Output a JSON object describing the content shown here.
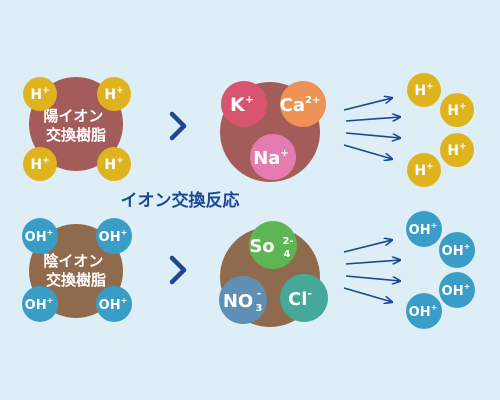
{
  "title": "イオン交換反応",
  "cation_row": {
    "resin_label": [
      "陽イオン",
      "交換樹脂"
    ],
    "resin_ion": "H",
    "resin_ion_charge": "+",
    "captured_ions": [
      {
        "symbol": "K",
        "charge": "+",
        "color": "#d9546e"
      },
      {
        "symbol": "Ca",
        "charge": "2+",
        "color": "#ee9255"
      },
      {
        "symbol": "Na",
        "charge": "+",
        "color": "#e47cb2"
      }
    ],
    "released_ion": "H",
    "released_ion_charge": "+"
  },
  "anion_row": {
    "resin_label": [
      "陰イオン",
      "交換樹脂"
    ],
    "resin_ion": "OH",
    "resin_ion_charge": "+",
    "captured_ions": [
      {
        "symbol": "So",
        "charge": "2-",
        "sub": "4",
        "color": "#5eb553"
      },
      {
        "symbol": "NO",
        "charge": "-",
        "sub": "3",
        "color": "#5f8fb5"
      },
      {
        "symbol": "Cl",
        "charge": "-",
        "color": "#45a89a"
      }
    ],
    "released_ion": "OH",
    "released_ion_charge": "+"
  },
  "colors": {
    "background": "#ddeef6",
    "cation_resin": "#a35c5a",
    "anion_resin": "#8f6a4c",
    "h_ion": "#dfb31e",
    "oh_ion": "#3a9dc8",
    "accent": "#1b4796"
  }
}
